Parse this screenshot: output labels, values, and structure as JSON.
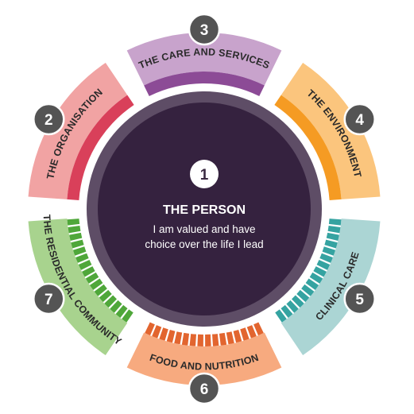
{
  "center": {
    "number": "1",
    "title": "THE PERSON",
    "subtitle_line1": "I am valued and have",
    "subtitle_line2": "choice over the life I lead",
    "fill_color": "#35223f",
    "ring_color": "#5e4d66"
  },
  "segments": [
    {
      "number": "3",
      "label": "THE CARE AND SERVICES",
      "color": "#c8a3cc",
      "accent": "#8c4b96",
      "accent_style": "solid"
    },
    {
      "number": "4",
      "label": "THE ENVIRONMENT",
      "color": "#fbc57d",
      "accent": "#f59b23",
      "accent_style": "solid"
    },
    {
      "number": "5",
      "label": "CLINICAL CARE",
      "color": "#abd5d4",
      "accent": "#35a3a1",
      "accent_style": "striped"
    },
    {
      "number": "6",
      "label": "FOOD AND NUTRITION",
      "color": "#f7aa7f",
      "accent": "#e2652f",
      "accent_style": "striped"
    },
    {
      "number": "7",
      "label": "THE RESIDENTIAL COMMUNITY",
      "color": "#a8d38e",
      "accent": "#4fa73a",
      "accent_style": "striped"
    },
    {
      "number": "2",
      "label": "THE ORGANISATION",
      "color": "#f1a3a3",
      "accent": "#d9405a",
      "accent_style": "solid"
    }
  ],
  "badge_color": "#545454"
}
